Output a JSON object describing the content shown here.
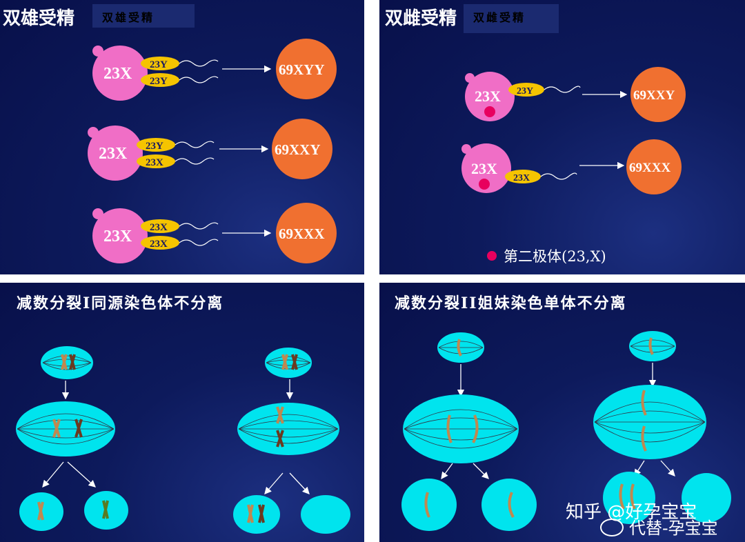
{
  "panel_tl": {
    "title": "双雄受精",
    "title_box": "双雄受精",
    "rows": [
      {
        "egg": "23X",
        "sperm1": "23Y",
        "sperm2": "23Y",
        "result": "69XYY"
      },
      {
        "egg": "23X",
        "sperm1": "23Y",
        "sperm2": "23X",
        "result": "69XXY"
      },
      {
        "egg": "23X",
        "sperm1": "23X",
        "sperm2": "23X",
        "result": "69XXX"
      }
    ]
  },
  "panel_tr": {
    "title": "双雌受精",
    "title_box": "双雌受精",
    "rows": [
      {
        "egg": "23X",
        "sperm": "23Y",
        "result": "69XXY"
      },
      {
        "egg": "23X",
        "sperm": "23X",
        "result": "69XXX"
      }
    ],
    "legend": "第二极体(23,X)"
  },
  "panel_bl": {
    "title": "减数分裂I同源染色体不分离"
  },
  "panel_br": {
    "title": "减数分裂II姐妹染色单体不分离"
  },
  "watermark": {
    "line1": "知乎 @好孕宝宝",
    "line2": "代替-孕宝宝"
  },
  "colors": {
    "background": "#0d1a5c",
    "egg": "#f06ec6",
    "sperm_head": "#f5c400",
    "zygote": "#f07030",
    "cell": "#00e4ee",
    "polar_body": "#e8005e"
  }
}
